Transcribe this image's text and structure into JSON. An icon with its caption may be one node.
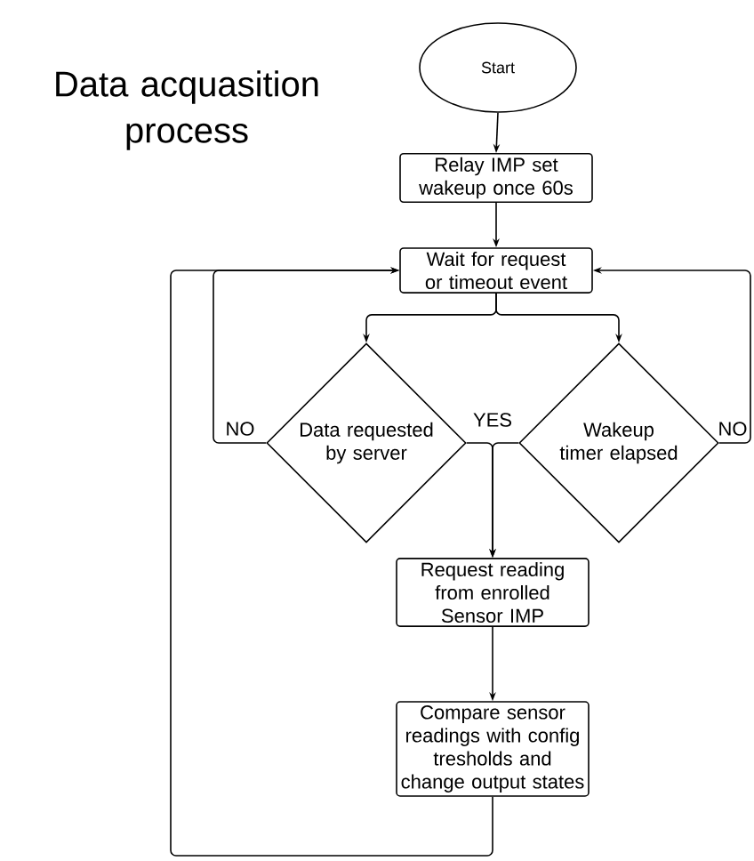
{
  "diagram": {
    "title": "Data acquasition process",
    "nodes": [
      {
        "text": [
          "Start"
        ]
      },
      {
        "text": [
          "Relay IMP set wakeup once 60s"
        ]
      },
      {
        "text": [
          "Wait for request or timeout event"
        ]
      },
      {
        "text": [
          "Data requested by server"
        ]
      },
      {
        "text": [
          "Wakeup timer elapsed"
        ]
      },
      {
        "text": [
          "Request reading from enrolled Sensor IMP"
        ]
      },
      {
        "text": [
          "Compare sensor readings with config tresholds and change output states"
        ]
      }
    ],
    "edges": [
      {
        "from": 0,
        "to": 1,
        "arrow": "to"
      },
      {
        "from": 1,
        "to": 2,
        "arrow": "to"
      },
      {
        "from": 2,
        "to": 3,
        "arrow": "to"
      },
      {
        "from": 2,
        "to": 4,
        "arrow": "to"
      },
      {
        "from": 3,
        "to": 5,
        "arrow": "to",
        "label": "YES"
      },
      {
        "from": 4,
        "to": 5,
        "arrow": "to"
      },
      {
        "from": 3,
        "to": 2,
        "arrow": "to",
        "label": "NO"
      },
      {
        "from": 4,
        "to": 2,
        "arrow": "to",
        "label": "NO"
      },
      {
        "from": 6,
        "to": 2,
        "arrow": "to"
      },
      {
        "from": 5,
        "to": 6,
        "arrow": "to"
      }
    ]
  }
}
